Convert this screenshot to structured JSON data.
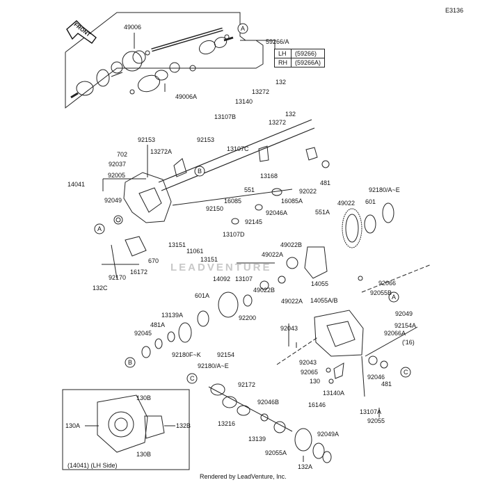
{
  "diagram_code": "E3136",
  "front_label": "FRONT",
  "parts": {
    "p49006": "49006",
    "p59266A": "59266/A",
    "p49006A": "49006A",
    "p132a": "132",
    "p13272a": "13272",
    "p13140": "13140",
    "p13107B": "13107B",
    "p132b": "132",
    "p13272b": "13272",
    "p92153a": "92153",
    "p92153b": "92153",
    "p13107C": "13107C",
    "p702": "702",
    "p13272A": "13272A",
    "p92037": "92037",
    "p92005": "92005",
    "p14041": "14041",
    "p13168": "13168",
    "p551": "551",
    "p92022": "92022",
    "p481a": "481",
    "p92180AE_a": "92180/A~E",
    "p92049a": "92049",
    "p16085": "16085",
    "p92150": "92150",
    "p16085A": "16085A",
    "p92046A": "92046A",
    "p49022": "49022",
    "p601a": "601",
    "p551A": "551A",
    "p92145": "92145",
    "p13107D": "13107D",
    "p13151a": "13151",
    "p11061": "11061",
    "p13151b": "13151",
    "p670": "670",
    "p16172": "16172",
    "p92170": "92170",
    "p132C": "132C",
    "p49022B_a": "49022B",
    "p49022A_a": "49022A",
    "p14055": "14055",
    "p13107": "13107",
    "p14092": "14092",
    "p49022B_b": "49022B",
    "p49022A_b": "49022A",
    "p92066": "92066",
    "p92055B": "92055B",
    "p14055AB": "14055A/B",
    "p601A": "601A",
    "p92200": "92200",
    "p92049b": "92049",
    "p13139A": "13139A",
    "p481A": "481A",
    "p92045": "92045",
    "p92180FK": "92180F~K",
    "p92154": "92154",
    "p92043a": "92043",
    "p92154A": "92154A",
    "p92066A": "92066A",
    "p16": "('16)",
    "p92043b": "92043",
    "p92065": "92065",
    "p130": "130",
    "p13140A": "13140A",
    "p92046": "92046",
    "p481b": "481",
    "p92180AE_b": "92180/A~E",
    "p92172": "92172",
    "p92046B": "92046B",
    "p16146": "16146",
    "p13216": "13216",
    "p13139": "13139",
    "p92055A": "92055A",
    "p92049A": "92049A",
    "p13107A": "13107A",
    "p92055": "92055",
    "p132A": "132A"
  },
  "callouts": {
    "A": "A",
    "B": "B",
    "C": "C"
  },
  "side_table": [
    {
      "side": "LH",
      "part": "(59266)"
    },
    {
      "side": "RH",
      "part": "(59266A)"
    }
  ],
  "inset": {
    "p130B_top": "130B",
    "p130A": "130A",
    "p132B": "132B",
    "p130B_bot": "130B",
    "caption": "(14041)  (LH Side)"
  },
  "watermark": "LEADVENTURE",
  "footer": "Rendered by LeadVenture, Inc."
}
